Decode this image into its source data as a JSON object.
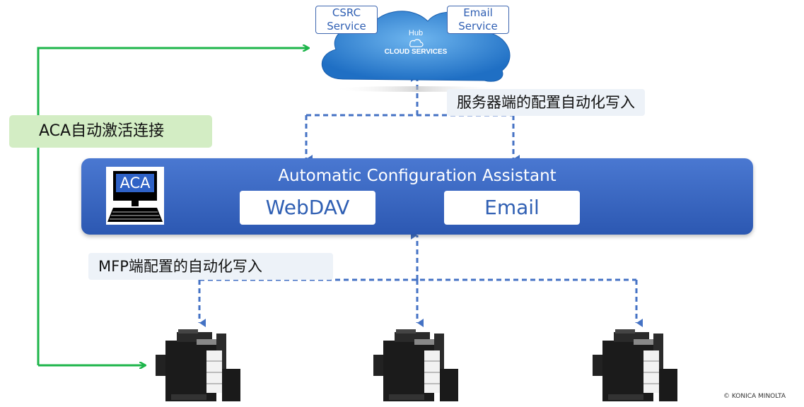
{
  "cloud": {
    "hub_label": "Hub",
    "services_label": "CLOUD SERVICES",
    "csrc_service": [
      "CSRC",
      "Service"
    ],
    "email_service": [
      "Email",
      "Service"
    ]
  },
  "labels": {
    "server_config": "服务器端的配置自动化写入",
    "aca_activation": "ACA自动激活连接",
    "mfp_config": "MFP端配置的自动化写入"
  },
  "aca_bar": {
    "title": "Automatic Configuration Assistant",
    "monitor_text": "ACA",
    "webdav": "WebDAV",
    "email": "Email"
  },
  "printers": [
    {
      "name": "mfp-printer-1"
    },
    {
      "name": "mfp-printer-2"
    },
    {
      "name": "mfp-printer-3"
    }
  ],
  "copyright": "© KONICA MINOLTA",
  "colors": {
    "green_arrow": "#1db54a",
    "dashed_arrow": "#4472c4",
    "bar": "#3564c0",
    "cloud": "#2f86d0"
  }
}
